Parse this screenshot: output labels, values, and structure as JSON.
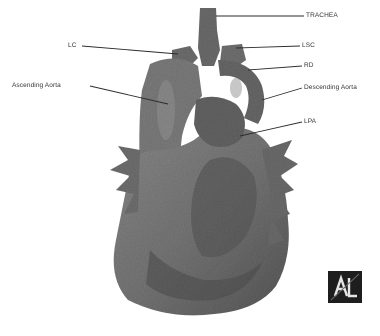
{
  "labels": {
    "trachea": "TRACHEA",
    "lc": "LC",
    "lsc": "LSC",
    "rd": "RD",
    "ascending_aorta": "Ascending Aorta",
    "descending_aorta": "Descending Aorta",
    "lpa": "LPA"
  },
  "orientation_marker": {
    "icon": "orientation-cube-icon"
  },
  "colors": {
    "tissue": "#7d7d7d",
    "tissue_dark": "#4f4f4f",
    "leader": "#2b2b2b",
    "background": "#ffffff"
  }
}
